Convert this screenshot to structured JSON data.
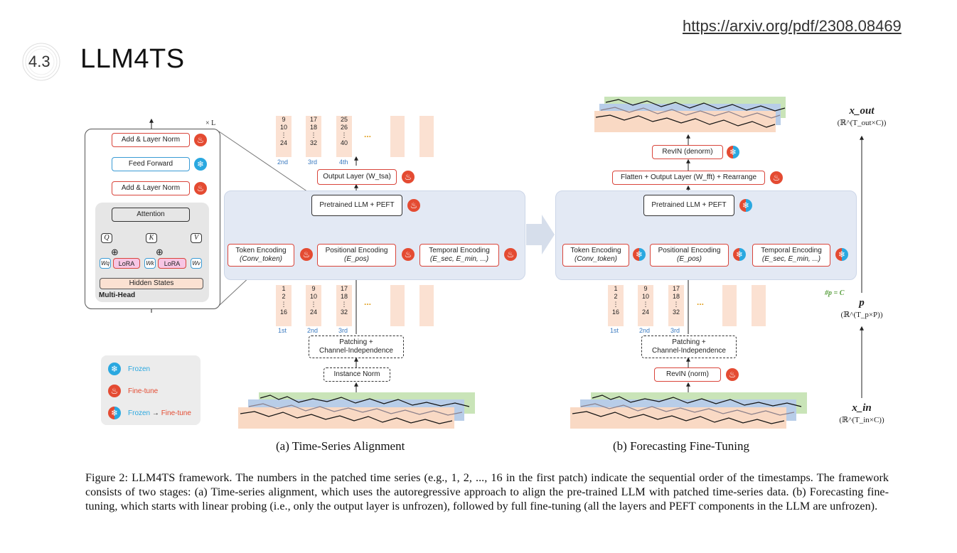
{
  "header": {
    "url": "https://arxiv.org/pdf/2308.08469",
    "section_number": "4.3",
    "title": "LLM4TS"
  },
  "transformer_block": {
    "repeat": "× L",
    "add_norm_top": "Add & Layer Norm",
    "feed_forward": "Feed Forward",
    "add_norm_bottom": "Add & Layer Norm",
    "attention": "Attention",
    "q": "Q",
    "k": "K",
    "v": "V",
    "lora1": "LoRA",
    "lora2": "LoRA",
    "wq": "Wq",
    "wk": "Wk",
    "wv": "Wv",
    "hidden_states": "Hidden States",
    "multi_head": "Multi-Head"
  },
  "legend": {
    "frozen": "Frozen",
    "finetune": "Fine-tune",
    "frozen_to_finetune_a": "Frozen",
    "arrow": "→",
    "frozen_to_finetune_b": "Fine-tune"
  },
  "panel_a": {
    "output_cols": [
      {
        "top": "9",
        "mid": "10",
        "dots": "⋮",
        "bot": "24",
        "ord": "2nd"
      },
      {
        "top": "17",
        "mid": "18",
        "dots": "⋮",
        "bot": "32",
        "ord": "3rd"
      },
      {
        "top": "25",
        "mid": "26",
        "dots": "⋮",
        "bot": "40",
        "ord": "4th"
      }
    ],
    "ellipsis": "...",
    "output_layer": "Output Layer (W_tsa)",
    "llm": "Pretrained LLM + PEFT",
    "token_enc": "Token Encoding",
    "token_enc_sub": "(Conv_token)",
    "pos_enc": "Positional Encoding",
    "pos_enc_sub": "(E_pos)",
    "temp_enc": "Temporal Encoding",
    "temp_enc_sub": "(E_sec, E_min, ...)",
    "input_cols": [
      {
        "top": "1",
        "mid": "2",
        "dots": "⋮",
        "bot": "16",
        "ord": "1st"
      },
      {
        "top": "9",
        "mid": "10",
        "dots": "⋮",
        "bot": "24",
        "ord": "2nd"
      },
      {
        "top": "17",
        "mid": "18",
        "dots": "⋮",
        "bot": "32",
        "ord": "3rd"
      }
    ],
    "patching_l1": "Patching +",
    "patching_l2": "Channel-Independence",
    "instance_norm": "Instance Norm",
    "caption": "(a) Time-Series Alignment"
  },
  "panel_b": {
    "revin_denorm": "RevIN (denorm)",
    "flatten": "Flatten + Output Layer (W_fft) + Rearrange",
    "llm": "Pretrained LLM + PEFT",
    "token_enc": "Token Encoding",
    "token_enc_sub": "(Conv_token)",
    "pos_enc": "Positional Encoding",
    "pos_enc_sub": "(E_pos)",
    "temp_enc": "Temporal Encoding",
    "temp_enc_sub": "(E_sec, E_min, ...)",
    "input_cols": [
      {
        "top": "1",
        "mid": "2",
        "dots": "⋮",
        "bot": "16",
        "ord": "1st"
      },
      {
        "top": "9",
        "mid": "10",
        "dots": "⋮",
        "bot": "24",
        "ord": "2nd"
      },
      {
        "top": "17",
        "mid": "18",
        "dots": "⋮",
        "bot": "32",
        "ord": "3rd"
      }
    ],
    "ellipsis": "...",
    "patching_l1": "Patching +",
    "patching_l2": "Channel-Independence",
    "revin_norm": "RevIN (norm)",
    "caption": "(b) Forecasting Fine-Tuning"
  },
  "right_axis": {
    "x_out": "x_out",
    "x_out_dom": "(ℝ^(T_out×C))",
    "p_eq": "#p = C",
    "p": "p",
    "p_dom": "(ℝ^(T_p×P))",
    "x_in": "x_in",
    "x_in_dom": "(ℝ^(T_in×C))"
  },
  "figure_caption": "Figure 2: LLM4TS framework. The numbers in the patched time series (e.g., 1, 2, ..., 16 in the first patch) indicate the sequential order of the timestamps. The framework consists of two stages: (a) Time-series alignment, which uses the autoregressive approach to align the pre-trained LLM with patched time-series data. (b) Forecasting fine-tuning, which starts with linear probing (i.e., only the output layer is unfrozen), followed by full fine-tuning (all the layers and PEFT components in the LLM are unfrozen).",
  "colors": {
    "fire": "#e44b32",
    "ice": "#2aa8e0",
    "panel": "#e3e9f4",
    "patch": "#fbe1d2"
  }
}
